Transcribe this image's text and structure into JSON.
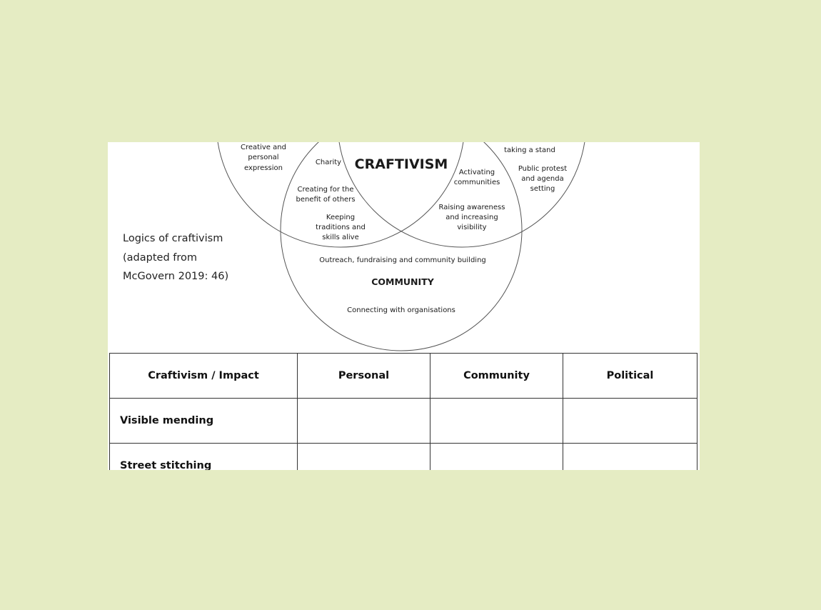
{
  "caption": {
    "line1": "Logics of craftivism",
    "line2": "(adapted from",
    "line3": "McGovern 2019: 46)"
  },
  "venn": {
    "personal_circle": {
      "lines": [
        "Creative and",
        "personal",
        "expression"
      ]
    },
    "political_circle": {
      "top_line": "taking a stand",
      "lines": [
        "Public protest",
        "and agenda",
        "setting"
      ]
    },
    "center_title": "CRAFTIVISM",
    "personal_community_overlap": {
      "charity": "Charity",
      "benefit": [
        "Creating for the",
        "benefit of others"
      ],
      "traditions": [
        "Keeping",
        "traditions and",
        "skills alive"
      ]
    },
    "political_community_overlap": {
      "activating": [
        "Activating",
        "communities"
      ],
      "awareness": [
        "Raising awareness",
        "and increasing",
        "visibility"
      ]
    },
    "community_circle": {
      "outreach": "Outreach, fundraising and community building",
      "title": "COMMUNITY",
      "connecting": "Connecting with organisations"
    }
  },
  "table": {
    "headers": [
      "Craftivism / Impact",
      "Personal",
      "Community",
      "Political"
    ],
    "rows": [
      {
        "label": "Visible mending"
      },
      {
        "label": "Street stitching"
      }
    ]
  }
}
